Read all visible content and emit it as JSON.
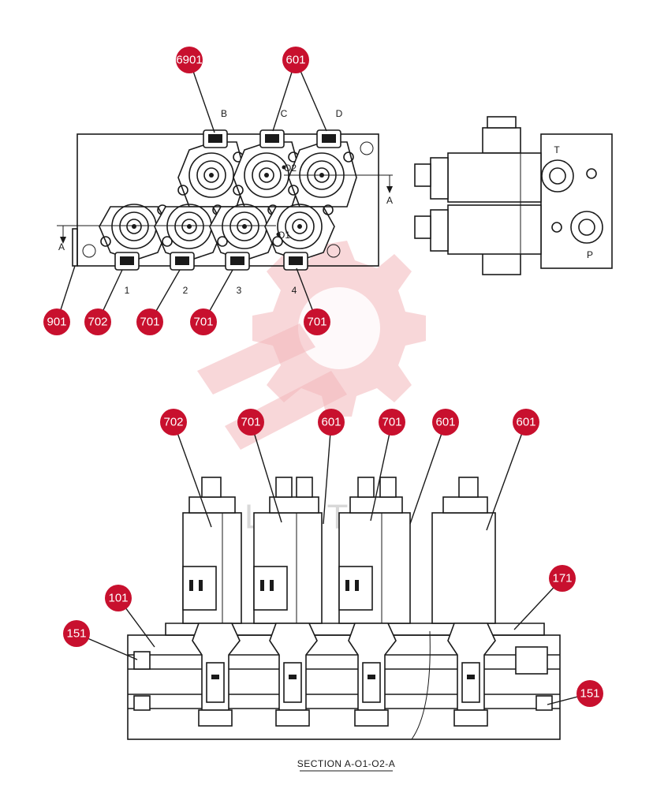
{
  "watermark": {
    "text": "LIHITEX"
  },
  "top_view": {
    "port_labels": [
      "B",
      "C",
      "D"
    ],
    "valve_numbers": [
      "1",
      "2",
      "3",
      "4"
    ],
    "section_marks": [
      "A",
      "A"
    ],
    "orifice_marks": [
      "O2",
      "O1"
    ],
    "side_ports": [
      "T",
      "P"
    ]
  },
  "callouts_top": [
    "6901",
    "601",
    "901",
    "702",
    "701",
    "701",
    "701"
  ],
  "callouts_bottom": [
    "702",
    "701",
    "601",
    "701",
    "601",
    "601",
    "101",
    "171",
    "151",
    "151"
  ],
  "caption": "SECTION  A-O1-O2-A",
  "colors": {
    "callout": "#c8102e",
    "line": "#1a1a1a",
    "watermark": "#f3b6b9"
  }
}
